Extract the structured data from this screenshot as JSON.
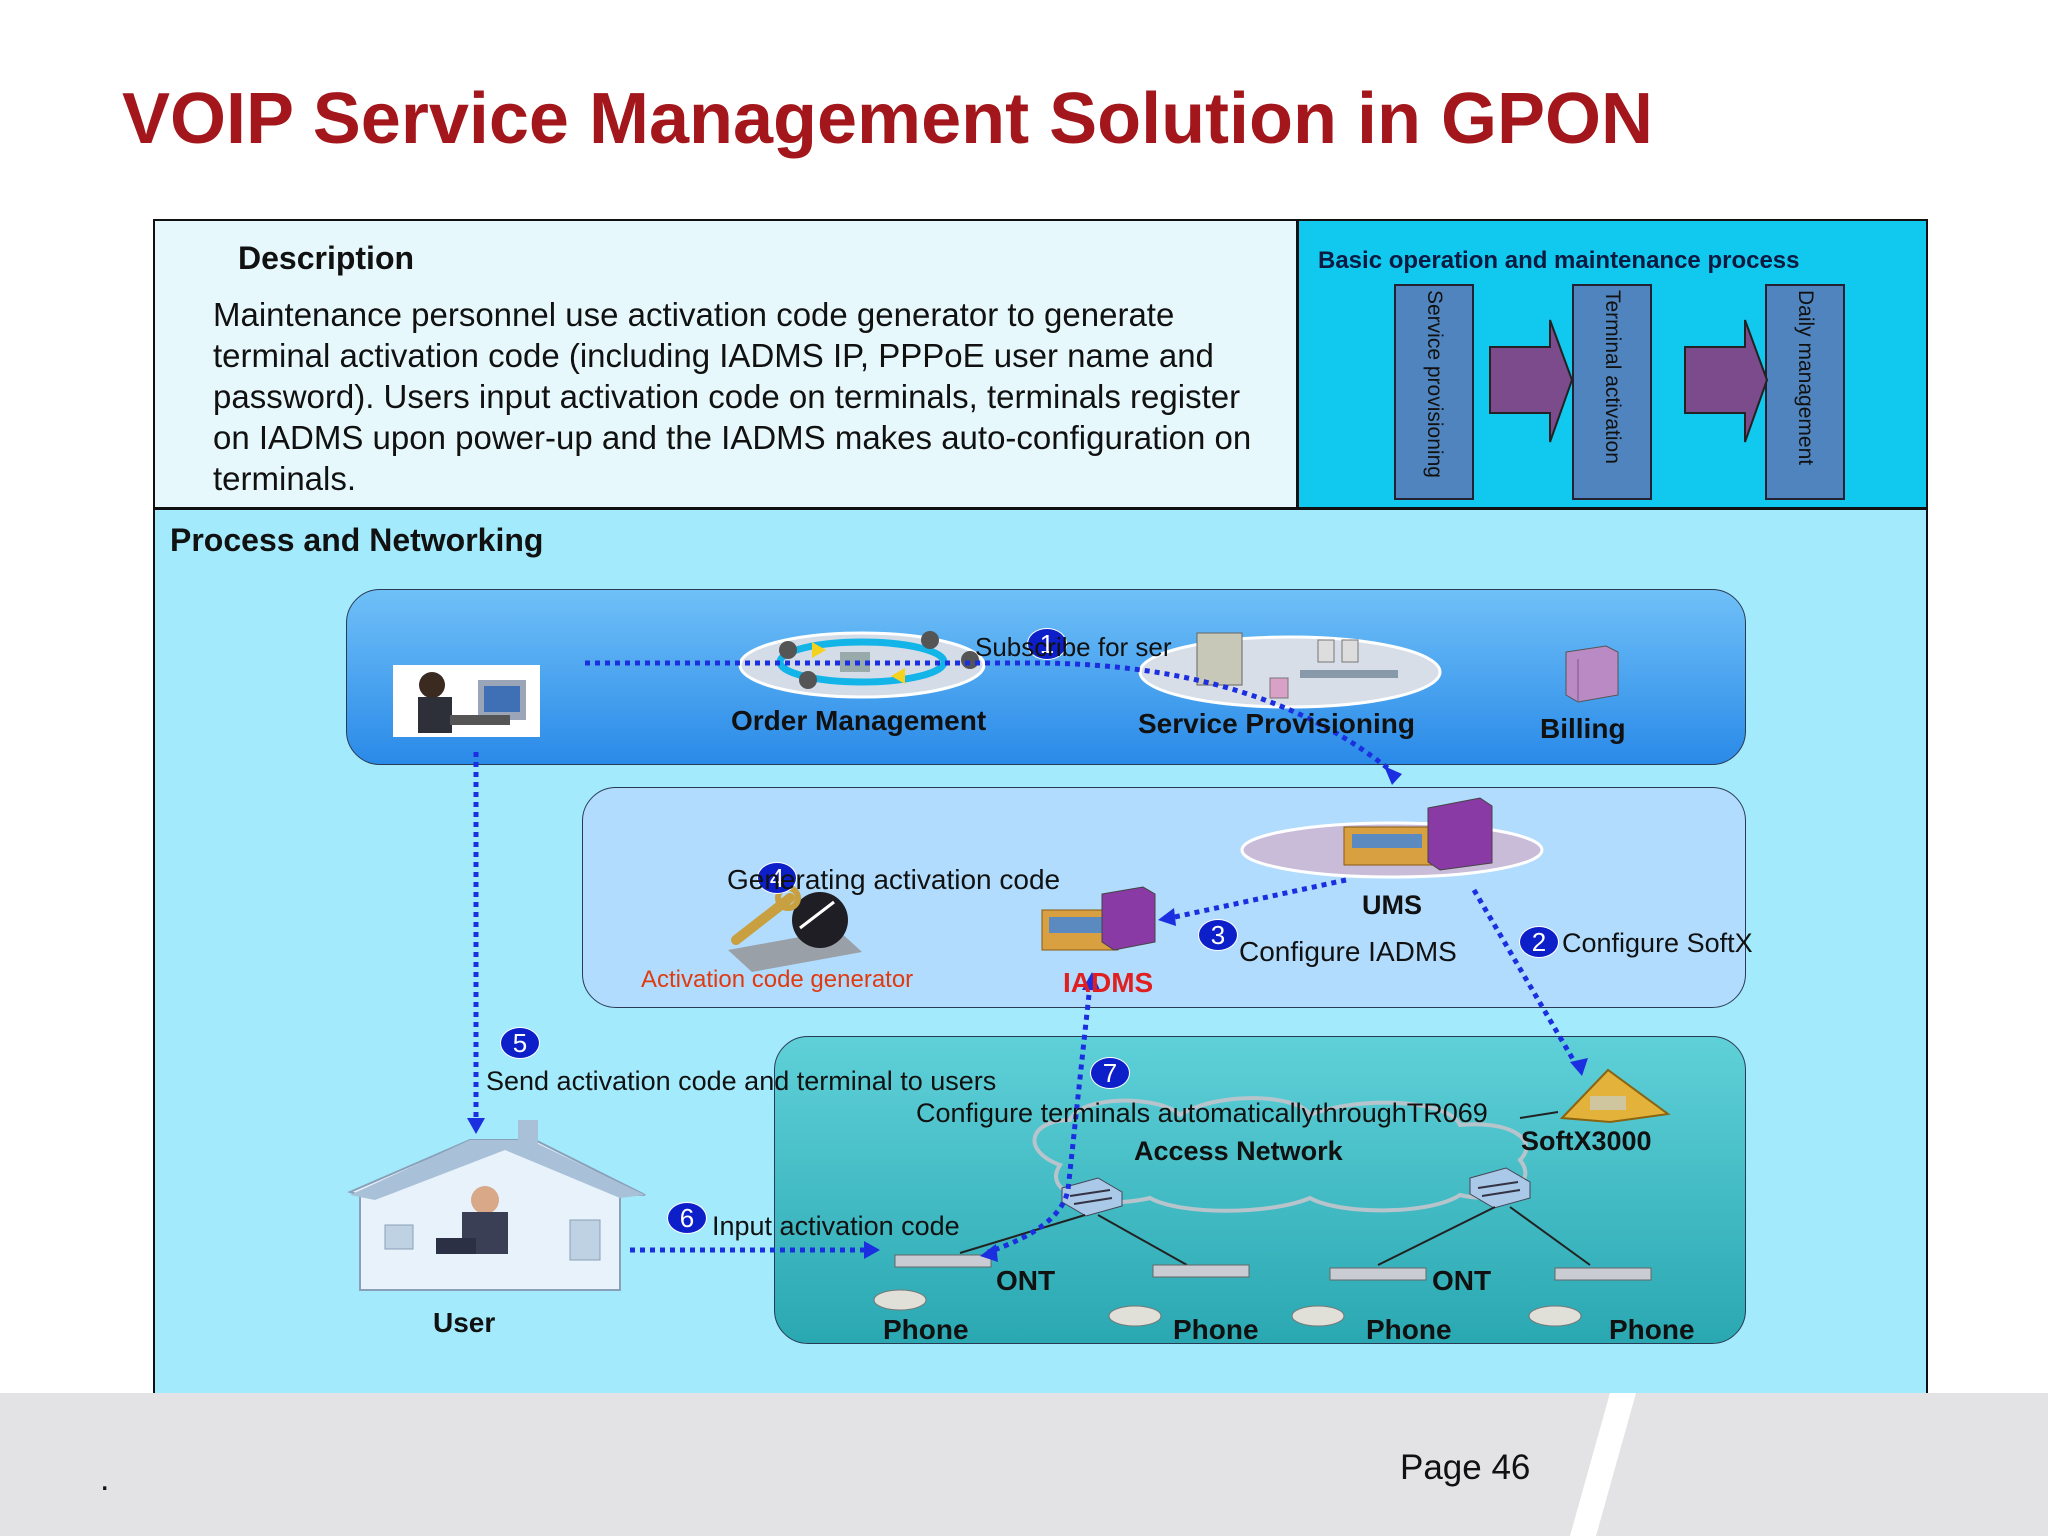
{
  "slide": {
    "title": "VOIP Service Management Solution in GPON",
    "page": "Page 46",
    "footer_mark": "."
  },
  "description": {
    "heading": "Description",
    "text": "Maintenance personnel use activation code generator to generate terminal activation code (including IADMS IP, PPPoE user name and password).  Users input activation code on terminals, terminals register on IADMS upon power-up and the IADMS makes auto-configuration on terminals."
  },
  "operations": {
    "heading": "Basic operation and maintenance process",
    "stages": [
      "Service provisioning",
      "Terminal activation",
      "Daily management"
    ]
  },
  "process": {
    "heading": "Process and Networking",
    "nodes": {
      "order_management": "Order Management",
      "service_provisioning": "Service Provisioning",
      "billing": "Billing",
      "ums": "UMS",
      "iadms": "IADMS",
      "activation_code_generator": "Activation code generator",
      "softx3000": "SoftX3000",
      "access_network": "Access Network",
      "user": "User",
      "ont_1": "ONT",
      "ont_2": "ONT",
      "phone_1": "Phone",
      "phone_2": "Phone",
      "phone_3": "Phone",
      "phone_4": "Phone"
    },
    "steps": [
      {
        "num": "1",
        "label": "Subscribe for ser"
      },
      {
        "num": "2",
        "label": "Configure SoftX"
      },
      {
        "num": "3",
        "label": "Configure IADMS"
      },
      {
        "num": "4",
        "label": "Generating activation code"
      },
      {
        "num": "5",
        "label": "Send activation code and terminal to users"
      },
      {
        "num": "6",
        "label": "Input activation code"
      },
      {
        "num": "7",
        "label": "Configure terminals automaticallythroughTR069"
      }
    ]
  },
  "colors": {
    "title": "#a3161b",
    "flow_arrow": "#1b2fe0",
    "stage_box": "#4f84be",
    "stage_arrow": "#7b4b8c",
    "iadms_label": "#e02020",
    "generator_label": "#e03a10"
  },
  "icons": [
    "operator-icon",
    "order-ring-icon",
    "server-cluster-icon",
    "billing-server-icon",
    "ums-server-icon",
    "iadms-server-icon",
    "wrench-gauge-icon",
    "softx-icon",
    "switch-icon",
    "ont-icon",
    "phone-icon",
    "house-icon"
  ]
}
